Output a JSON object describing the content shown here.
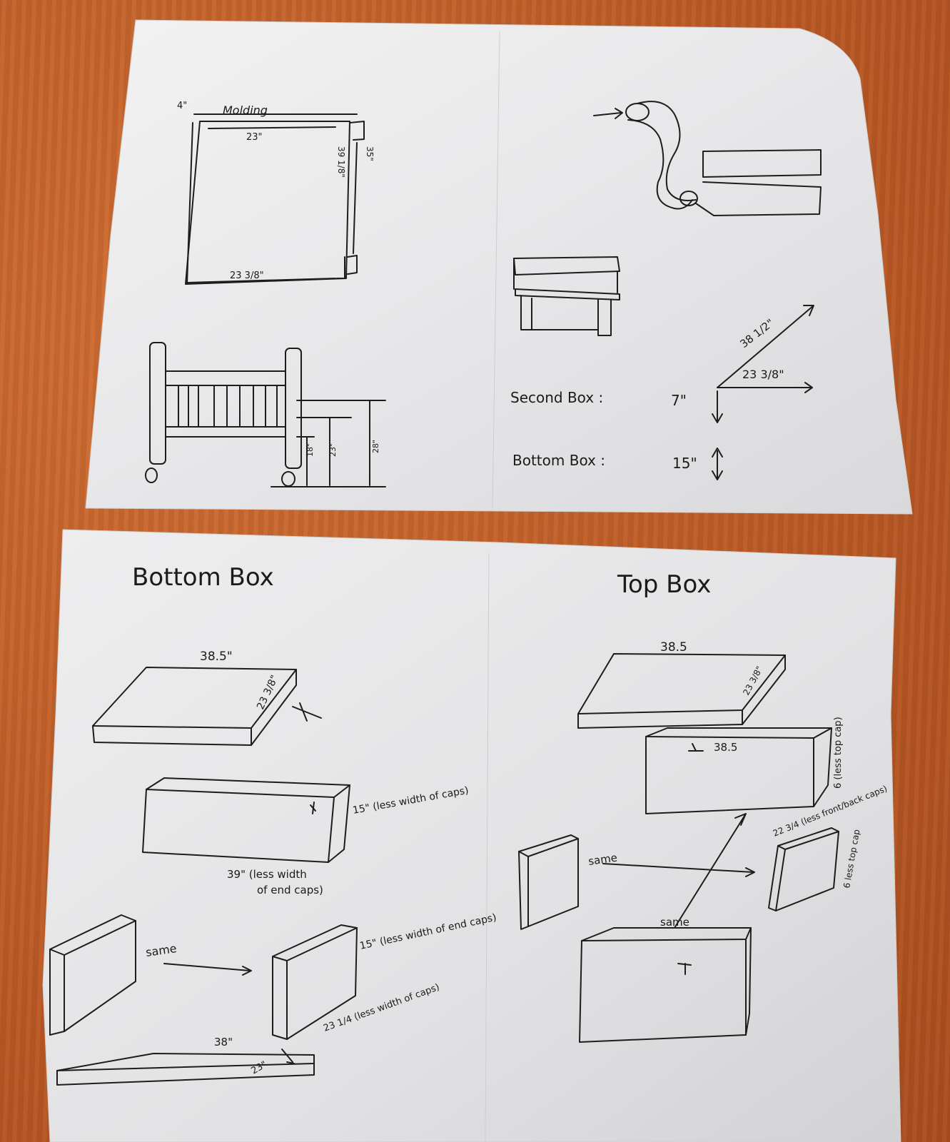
{
  "scene": "photo of two hand-drawn sheets of paper with furniture sketches on a wooden surface",
  "top_sheet": {
    "bed_sketch": {
      "molding_width": "4\"",
      "molding_label": "Molding",
      "top_width": "23\"",
      "bottom_width": "23 3/8\"",
      "side_a": "35\"",
      "side_b": "39 1/8\""
    },
    "headboard_heights": [
      "18\"",
      "23\"",
      "28\""
    ],
    "box_diagram": {
      "diag_length": "38 1/2\"",
      "depth": "23 3/8\"",
      "second_box_label": "Second Box :",
      "second_box_value": "7\"",
      "bottom_box_label": "Bottom Box :",
      "bottom_box_value": "15\""
    }
  },
  "bottom_sheet": {
    "bottom_box": {
      "title": "Bottom Box",
      "top_length": "38.5\"",
      "top_depth": "23 3/8\"",
      "front_height": "15\" (less width of caps)",
      "front_length_1": "39\" (less width",
      "front_length_2": "of end caps)",
      "same_label": "same",
      "end_note": "15\" (less width of end caps)",
      "end_depth_note": "23 1/4 (less width of caps)",
      "base_length": "38\"",
      "base_depth": "23\""
    },
    "top_box": {
      "title": "Top Box",
      "top_length": "38.5",
      "top_depth": "23 3/8\"",
      "front_length": "38.5",
      "front_note": "6 (less top cap)",
      "side_note": "22 3/4 (less front/back caps)",
      "side_height_note": "6 less top cap",
      "same_label_1": "same",
      "same_label_2": "same"
    }
  }
}
